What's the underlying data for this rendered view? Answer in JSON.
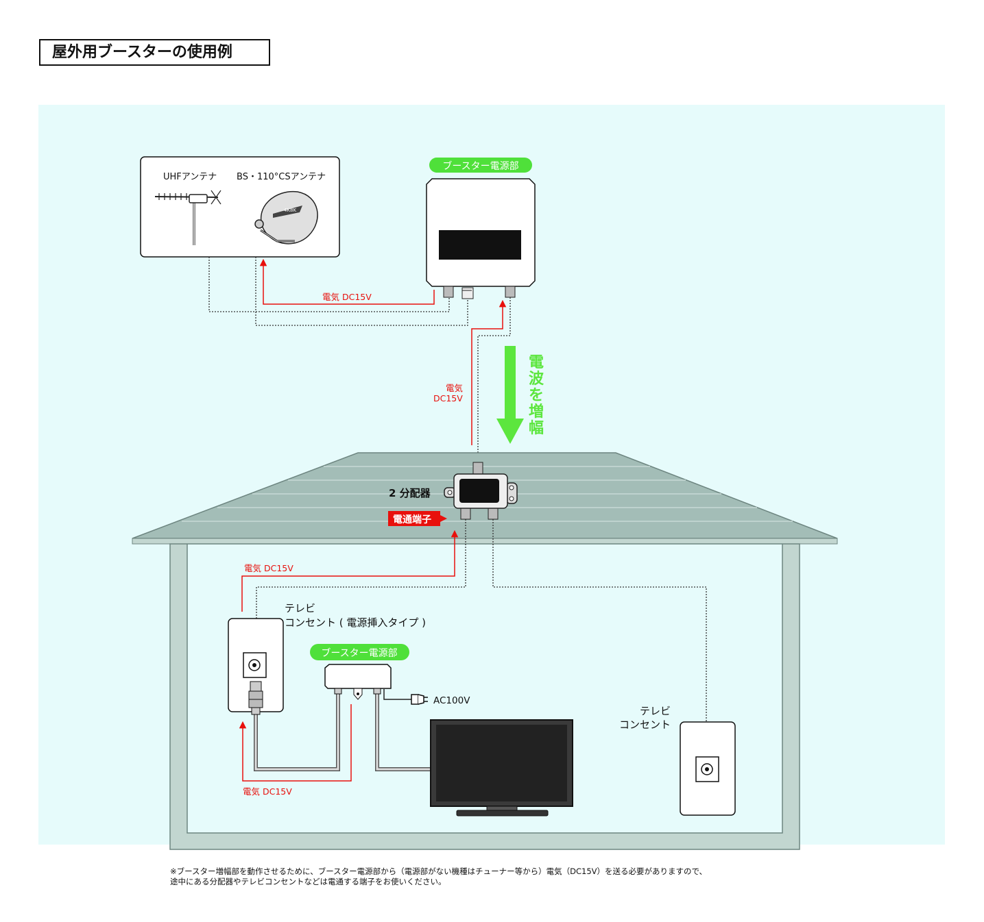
{
  "title": "屋外用ブースターの使用例",
  "labels": {
    "uhf_antenna": "UHFアンテナ",
    "bs_antenna": "BS・110°CSアンテナ",
    "dish_logo": "4K8K",
    "booster_power_unit_outdoor": "ブースター電源部",
    "booster_power_unit_indoor": "ブースター電源部",
    "power_dc15v_top": "電気 DC15V",
    "power_dc15v_left_line1": "電気",
    "power_dc15v_left_line2": "DC15V",
    "signal_amplify": "電波を増幅",
    "splitter": "2 分配器",
    "power_pass_terminal": "電通端子",
    "power_dc15v_inside_top": "電気 DC15V",
    "power_dc15v_inside_bottom": "電気 DC15V",
    "tv_outlet_powered_line1": "テレビ",
    "tv_outlet_powered_line2": "コンセント ( 電源挿入タイプ )",
    "ac100v": "AC100V",
    "tv_outlet_line1": "テレビ",
    "tv_outlet_line2": "コンセント"
  },
  "note": {
    "line1": "※ブースター増幅部を動作させるために、ブースター電源部から（電源部がない機種はチューナー等から）電気（DC15V）を送る必要がありますので、",
    "line2": "途中にある分配器やテレビコンセントなどは電通する端子をお使いください。"
  },
  "colors": {
    "sky": "#e6fbfb",
    "roof": "#a3bdb7",
    "wall": "#c2d6d0",
    "power_red": "#e8100c",
    "signal_green": "#5ce63e",
    "label_green": "#4fe03a"
  }
}
